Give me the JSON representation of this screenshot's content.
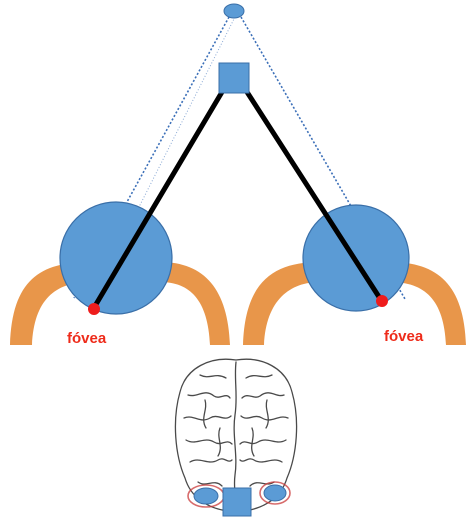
{
  "labels": {
    "fovea_left": "fóvea",
    "fovea_right": "fóvea"
  },
  "colors": {
    "eye_fill": "#5b9bd5",
    "eye_stroke": "#3a6fa8",
    "socket": "#e8964a",
    "fovea_point": "#ee1c1c",
    "fovea_text": "#ee2b1a",
    "sight_line": "#000000",
    "dotted_line": "#3b6fb8",
    "brain_stroke": "#4a4a4a",
    "brain_highlight": "#c93a3a"
  },
  "icons": {
    "near_object": "square",
    "far_object": "ellipse",
    "brain": "brain-top-view"
  }
}
